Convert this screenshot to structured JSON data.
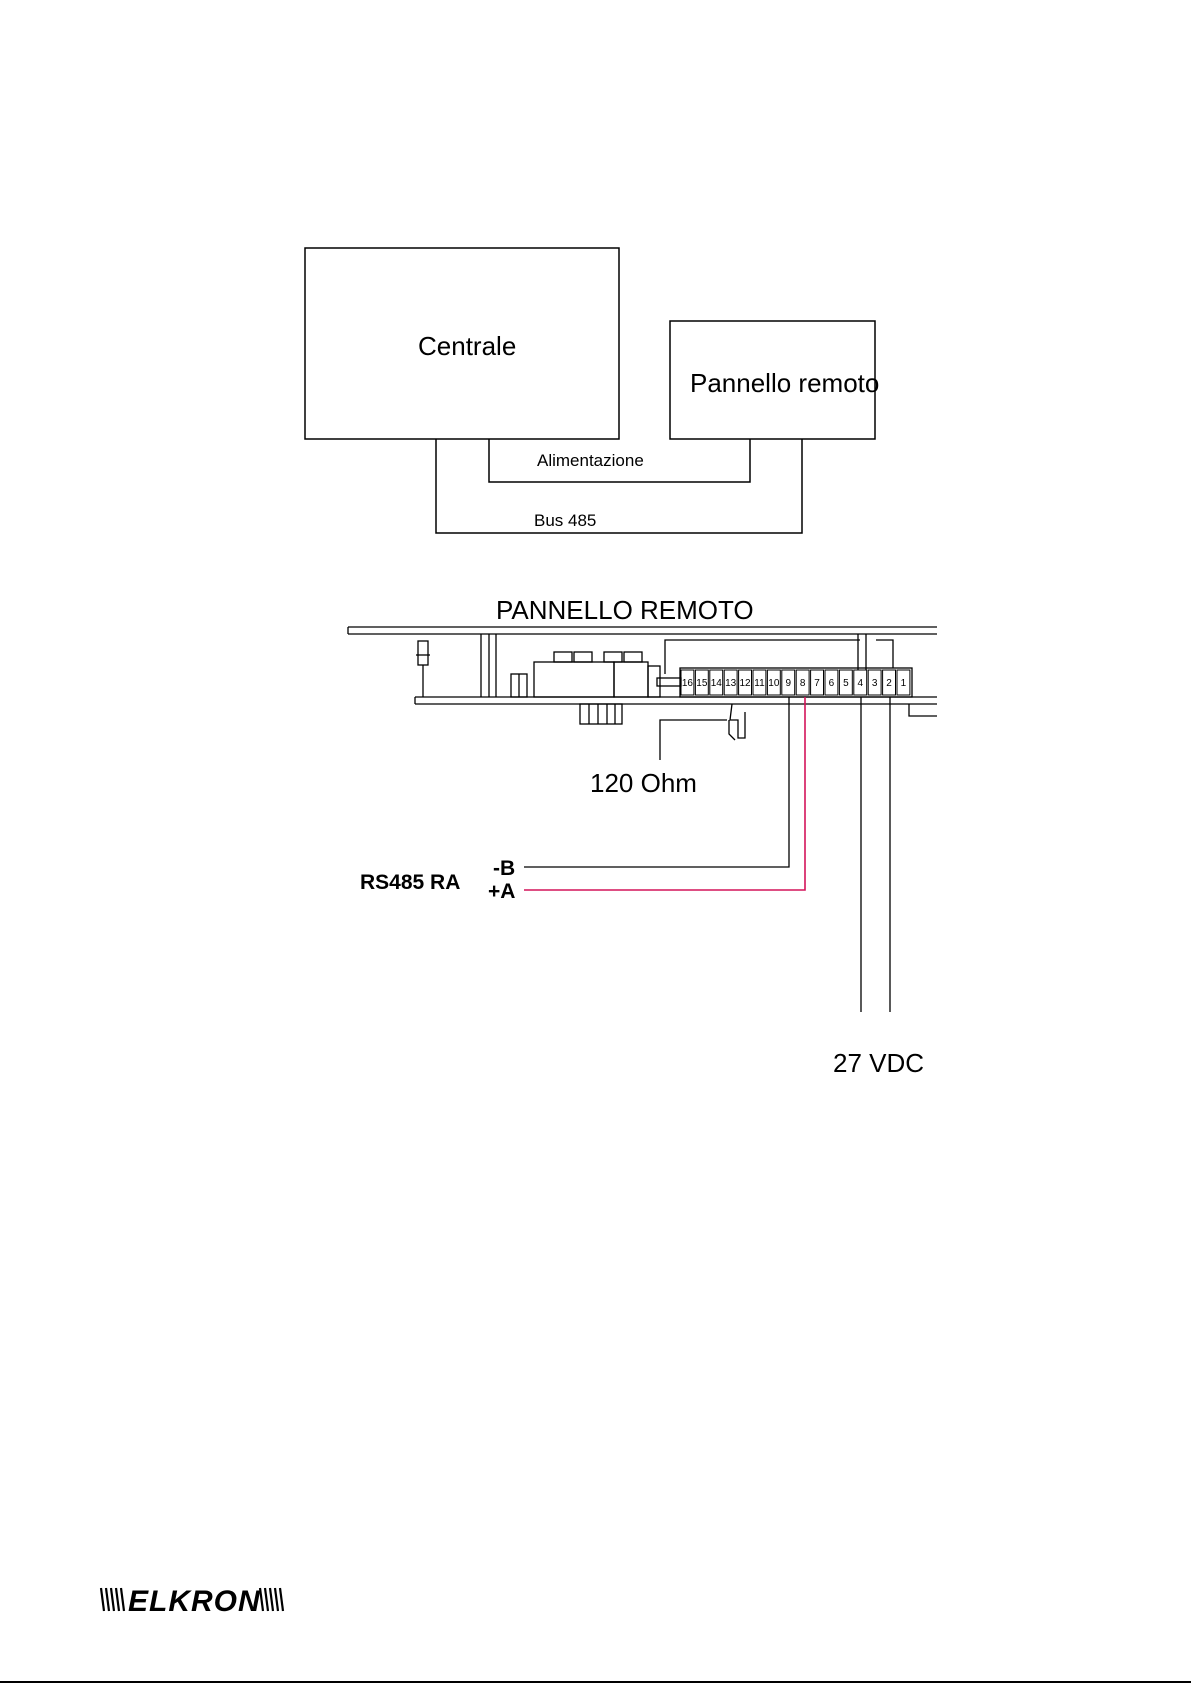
{
  "block_diagram": {
    "centrale_label": "Centrale",
    "pannello_label": "Pannello remoto",
    "alimentazione_label": "Alimentazione",
    "bus_label": "Bus 485"
  },
  "wiring_diagram": {
    "title": "PANNELLO REMOTO",
    "terminals": [
      "16",
      "15",
      "14",
      "13",
      "12",
      "11",
      "10",
      "9",
      "8",
      "7",
      "6",
      "5",
      "4",
      "3",
      "2",
      "1"
    ],
    "resistor_label": "120 Ohm",
    "rs485_label": "RS485 RA",
    "minus_b_label": "-B",
    "plus_a_label": "+A",
    "vdc_label": "27 VDC"
  },
  "colors": {
    "line": "#000000",
    "bus_a_wire": "#d4145a"
  },
  "footer": {
    "logo_text": "ELKRON"
  }
}
